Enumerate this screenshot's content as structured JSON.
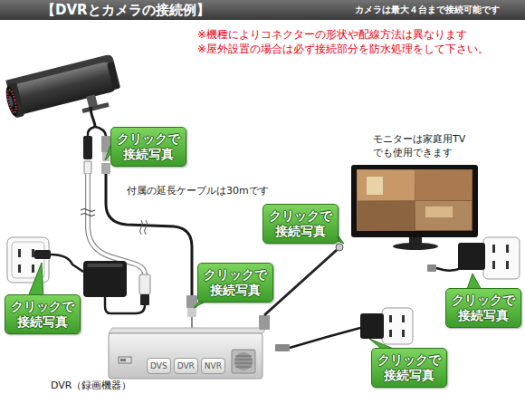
{
  "diagram": {
    "title": "【DVRとカメラの接続例】",
    "nodes": [
      {
        "text": [
          "クリックで 接続写真"
        ]
      },
      {
        "text": [
          "クリックで 接続写真"
        ]
      },
      {
        "text": [
          "クリックで 接続写真"
        ]
      },
      {
        "text": [
          "クリックで 接続写真"
        ]
      },
      {
        "text": [
          "クリックで 接続写真"
        ]
      },
      {
        "text": [
          "クリックで 接続写真"
        ]
      },
      {
        "text": [
          "DVR（録画機器）"
        ]
      },
      {
        "text": [
          "DVS"
        ],
        "in": 6
      },
      {
        "text": [
          "DVR"
        ],
        "in": 6
      },
      {
        "text": [
          "NVR"
        ],
        "in": 6
      }
    ],
    "labels": [
      "カメラは最大４台まで接続可能です",
      "※機種によりコネクターの形状や配線方法は異なります",
      "※屋外設置の場合は必ず接続部分を防水処理をして下さい。",
      "モニターは家庭用TV でも使用できます",
      "付属の延長ケーブルは30mです"
    ]
  }
}
